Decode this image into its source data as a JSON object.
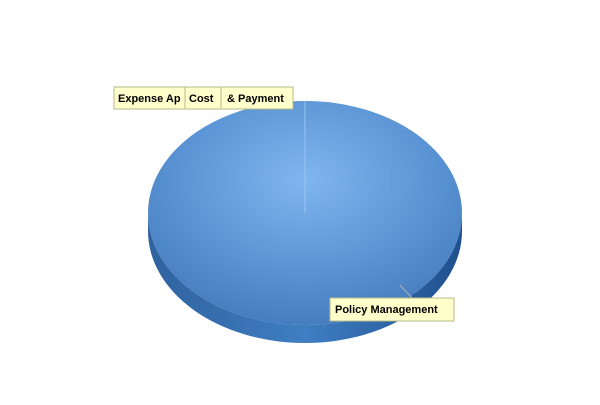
{
  "chart_data": {
    "type": "pie",
    "title": "",
    "legend": "none",
    "slices": [
      {
        "label": "Policy Management",
        "value": 99.6
      },
      {
        "label": "Expense Approval",
        "value": 0.15
      },
      {
        "label": "Cost Control",
        "value": 0.1
      },
      {
        "label": "Reimbursement & Payment",
        "value": 0.15
      }
    ],
    "label_text": {
      "expense": "Expense Ap",
      "cost": "Cost",
      "payment": "& Payment",
      "policy": "Policy Management"
    },
    "colors": {
      "pie_top_light": "#7fb6ef",
      "pie_top_mid": "#5a93d4",
      "pie_top_dark": "#3d74b5",
      "pie_side_light": "#3f7ec2",
      "pie_side_dark": "#1f4f8d",
      "label_bg": "#ffffcc",
      "label_border": "#b8b88a",
      "leader_line": "#b0b0b0"
    }
  }
}
